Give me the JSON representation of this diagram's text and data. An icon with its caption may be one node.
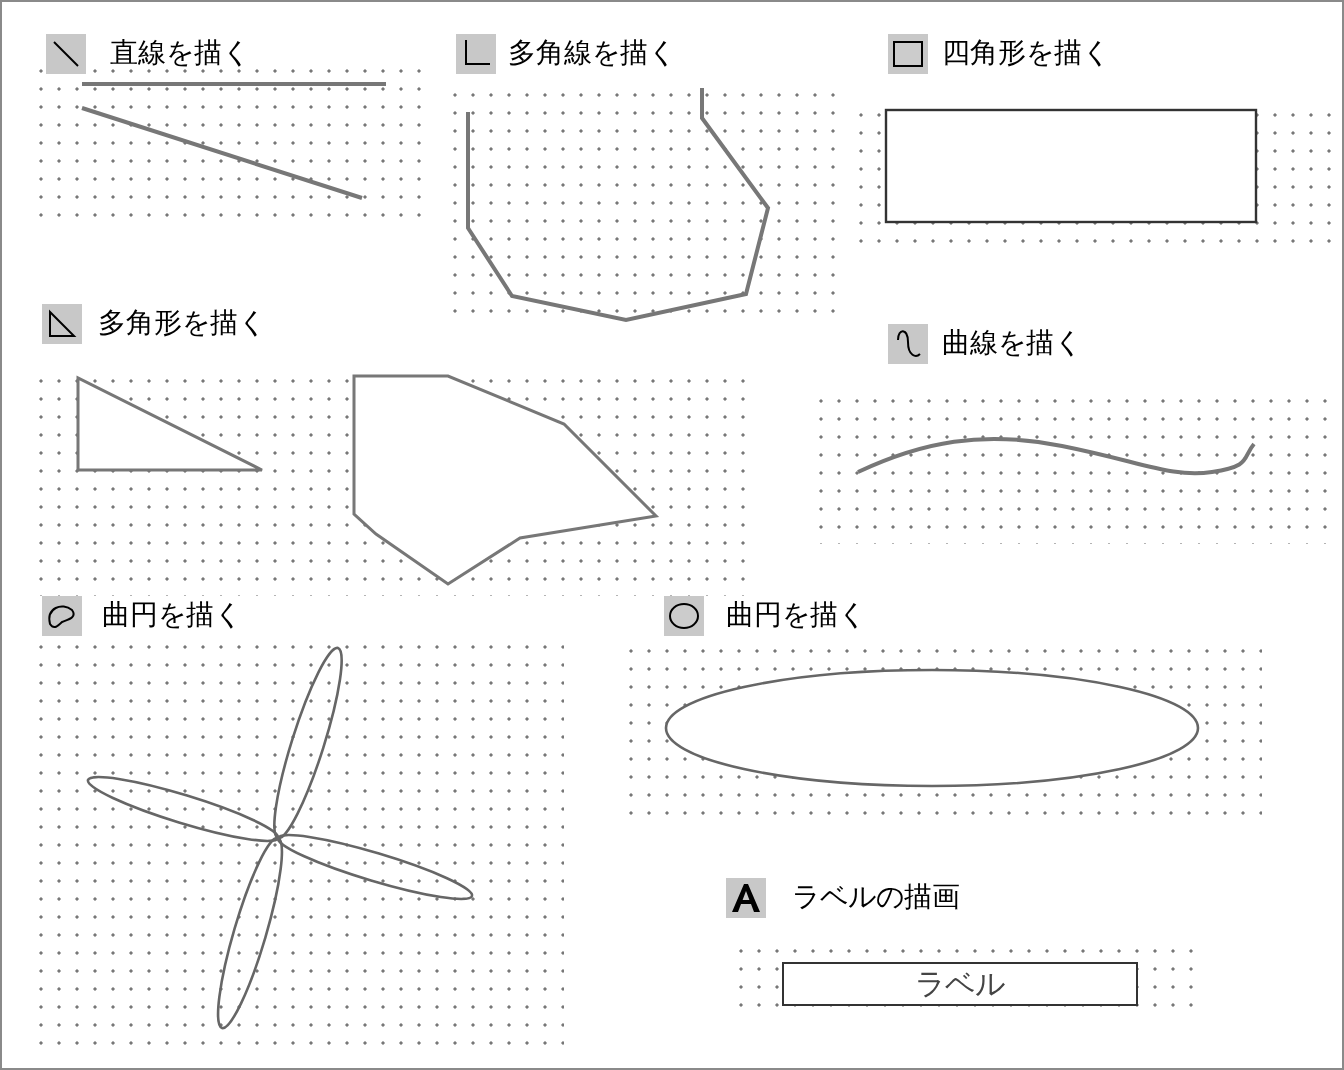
{
  "diagram": {
    "nodes": [
      {
        "text": [
          "ラベル"
        ]
      }
    ],
    "labels": [
      "直線を描く",
      "多角線を描く",
      "四角形を描く",
      "多角形を描く",
      "曲線を描く",
      "曲円を描く",
      "曲円を描く",
      "ラベルの描画"
    ]
  }
}
